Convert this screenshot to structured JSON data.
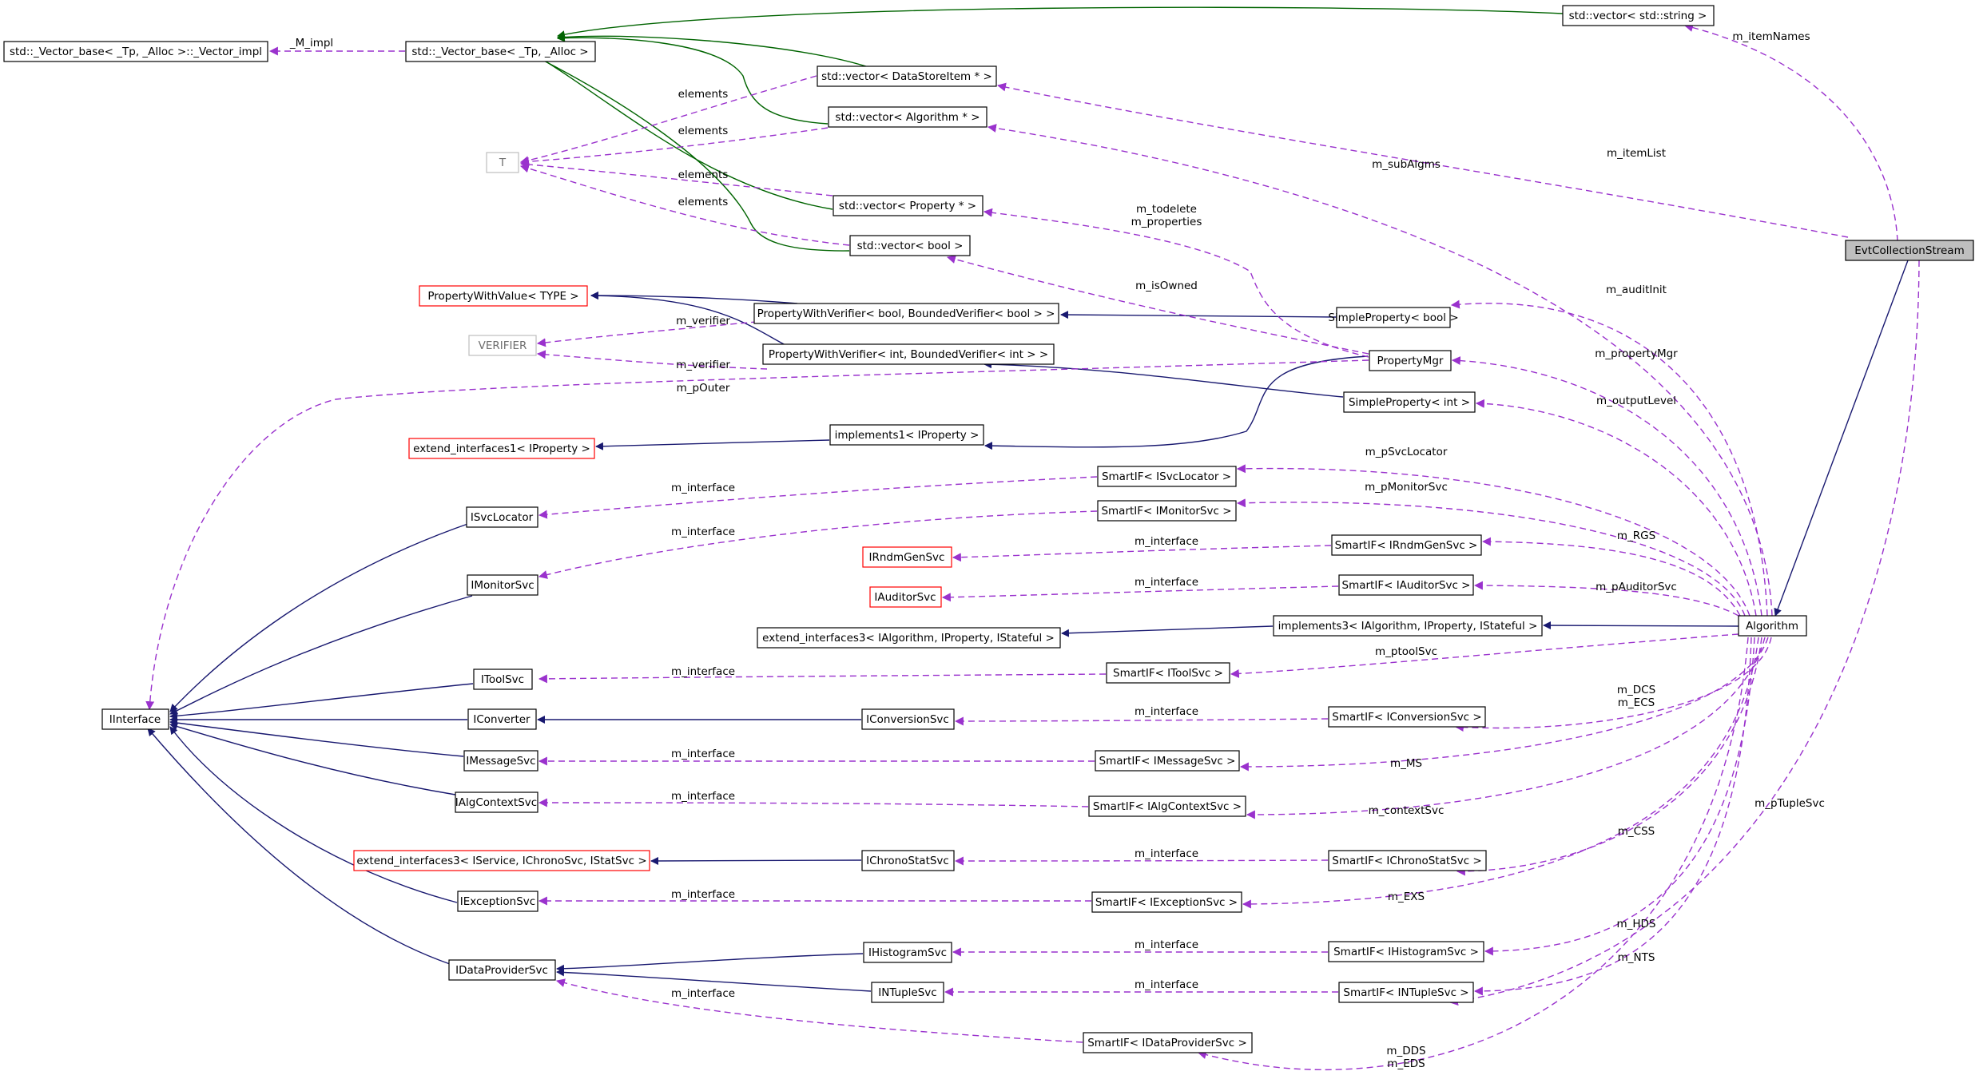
{
  "diagram": {
    "nodes": {
      "evtcollection": "EvtCollectionStream",
      "algorithm": "Algorithm",
      "vector_base_impl": "std::_Vector_base< _Tp, _Alloc >::_Vector_impl",
      "vector_base": "std::_Vector_base< _Tp, _Alloc >",
      "vector_string": "std::vector< std::string >",
      "vector_datastoreitem": "std::vector< DataStoreItem * >",
      "vector_algorithm": "std::vector< Algorithm * >",
      "T": "T",
      "vector_property": "std::vector< Property * >",
      "vector_bool": "std::vector< bool >",
      "pwv_type": "PropertyWithValue< TYPE >",
      "pwverif_bool": "PropertyWithVerifier< bool, BoundedVerifier< bool > >",
      "simpleprop_bool": "SimpleProperty< bool >",
      "verifier": "VERIFIER",
      "pwverif_int": "PropertyWithVerifier< int, BoundedVerifier< int > >",
      "propertymgr": "PropertyMgr",
      "simpleprop_int": "SimpleProperty< int >",
      "ext_iproperty": "extend_interfaces1< IProperty >",
      "impl1_iproperty": "implements1< IProperty >",
      "smartif_isvclocator": "SmartIF< ISvcLocator >",
      "isvclocator": "ISvcLocator",
      "smartif_imonitorsvc": "SmartIF< IMonitorSvc >",
      "irndmgensvc": "IRndmGenSvc",
      "smartif_irndmgensvc": "SmartIF< IRndmGenSvc >",
      "imonitorsvc": "IMonitorSvc",
      "iauditorsvc": "IAuditorSvc",
      "smartif_iauditorsvc": "SmartIF< IAuditorSvc >",
      "ext3_ialgorithm": "extend_interfaces3< IAlgorithm, IProperty, IStateful >",
      "impl3_ialgorithm": "implements3< IAlgorithm, IProperty, IStateful >",
      "itoolsvc": "IToolSvc",
      "smartif_itoolsvc": "SmartIF< IToolSvc >",
      "iinterface": "IInterface",
      "iconverter": "IConverter",
      "iconversionsvc": "IConversionSvc",
      "smartif_iconversionsvc": "SmartIF< IConversionSvc >",
      "imessagesvc": "IMessageSvc",
      "smartif_imessagesvc": "SmartIF< IMessageSvc >",
      "ialgcontextsvc": "IAlgContextSvc",
      "smartif_ialgcontextsvc": "SmartIF< IAlgContextSvc >",
      "ext3_iservice": "extend_interfaces3< IService, IChronoSvc, IStatSvc >",
      "ichronostatsvc": "IChronoStatSvc",
      "smartif_ichronostatsvc": "SmartIF< IChronoStatSvc >",
      "iexceptionsvc": "IExceptionSvc",
      "smartif_iexceptionsvc": "SmartIF< IExceptionSvc >",
      "ihistogramsvc": "IHistogramSvc",
      "smartif_ihistogramsvc": "SmartIF< IHistogramSvc >",
      "idataprovidersvc": "IDataProviderSvc",
      "intuplesvc": "INTupleSvc",
      "smartif_intuplesvc": "SmartIF< INTupleSvc >",
      "smartif_idataprovidersvc": "SmartIF< IDataProviderSvc >"
    },
    "labels": {
      "m_impl": "_M_impl",
      "m_itemnames": "m_itemNames",
      "elements_1": "elements",
      "elements_2": "elements",
      "elements_3": "elements",
      "elements_4": "elements",
      "m_itemlist": "m_itemList",
      "m_subalgms": "m_subAlgms",
      "m_todelete": "m_todelete",
      "m_properties": "m_properties",
      "m_isowned": "m_isOwned",
      "m_auditinit": "m_auditInit",
      "m_verifier_1": "m_verifier",
      "m_verifier_2": "m_verifier",
      "m_propertymgr": "m_propertyMgr",
      "m_pouter": "m_pOuter",
      "m_outputlevel": "m_outputLevel",
      "m_psvclocator": "m_pSvcLocator",
      "m_interface_svcloc": "m_interface",
      "m_pmonitorsvc": "m_pMonitorSvc",
      "m_interface_monitor": "m_interface",
      "m_rgs": "m_RGS",
      "m_interface_rndm": "m_interface",
      "m_interface_auditor": "m_interface",
      "m_pauditorsvc": "m_pAuditorSvc",
      "m_ptoolsvc": "m_ptoolSvc",
      "m_interface_tool": "m_interface",
      "m_dcs": "m_DCS",
      "m_ecs": "m_ECS",
      "m_interface_conv": "m_interface",
      "m_ms": "m_MS",
      "m_interface_msg": "m_interface",
      "m_interface_algctx": "m_interface",
      "m_contextsvc": "m_contextSvc",
      "m_ptuplesvc": "m_pTupleSvc",
      "m_css": "m_CSS",
      "m_interface_chrono": "m_interface",
      "m_interface_exc": "m_interface",
      "m_exs": "m_EXS",
      "m_hds": "m_HDS",
      "m_interface_hist": "m_interface",
      "m_nts": "m_NTS",
      "m_interface_ntuple": "m_interface",
      "m_interface_dp": "m_interface",
      "m_dds": "m_DDS",
      "m_eds": "m_EDS"
    },
    "colors": {
      "inheritance_public": "#191970",
      "template_instance": "#006400",
      "usage": "#9a32cd",
      "undocumented_border": "#ff0000",
      "external_border": "#bfbfbf",
      "current_node_fill": "#bfbfbf"
    }
  }
}
